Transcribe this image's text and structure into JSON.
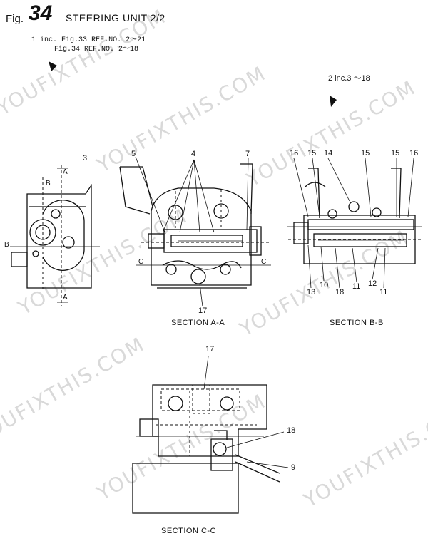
{
  "figure": {
    "prefix": "Fig.",
    "number": "34",
    "title": "STEERING UNIT 2/2"
  },
  "inclusions": [
    {
      "prefix": "1 inc.",
      "fig": "Fig.33",
      "ref": "REF.NO. 2～21"
    },
    {
      "prefix": "",
      "fig": "Fig.34",
      "ref": "REF.NO. 2～18"
    }
  ],
  "subassembly_note": "2 inc.3 ～18",
  "watermark": "YOUFIXTHIS.COM",
  "sections": {
    "a": {
      "label": "SECTION A-A",
      "cut_marks": [
        "A",
        "B",
        "A",
        "B",
        "C",
        "C"
      ],
      "callouts": [
        "3",
        "5",
        "4",
        "7",
        "17"
      ]
    },
    "b": {
      "label": "SECTION B-B",
      "callouts_top": [
        "16",
        "15",
        "14",
        "15",
        "15",
        "16"
      ],
      "callouts_bottom": [
        "13",
        "10",
        "18",
        "11",
        "12",
        "11"
      ]
    },
    "c": {
      "label": "SECTION C-C",
      "callouts": [
        "17",
        "18",
        "9"
      ]
    }
  },
  "colors": {
    "ink": "#111111",
    "watermark": "#d9d9d9",
    "paper": "#ffffff"
  }
}
